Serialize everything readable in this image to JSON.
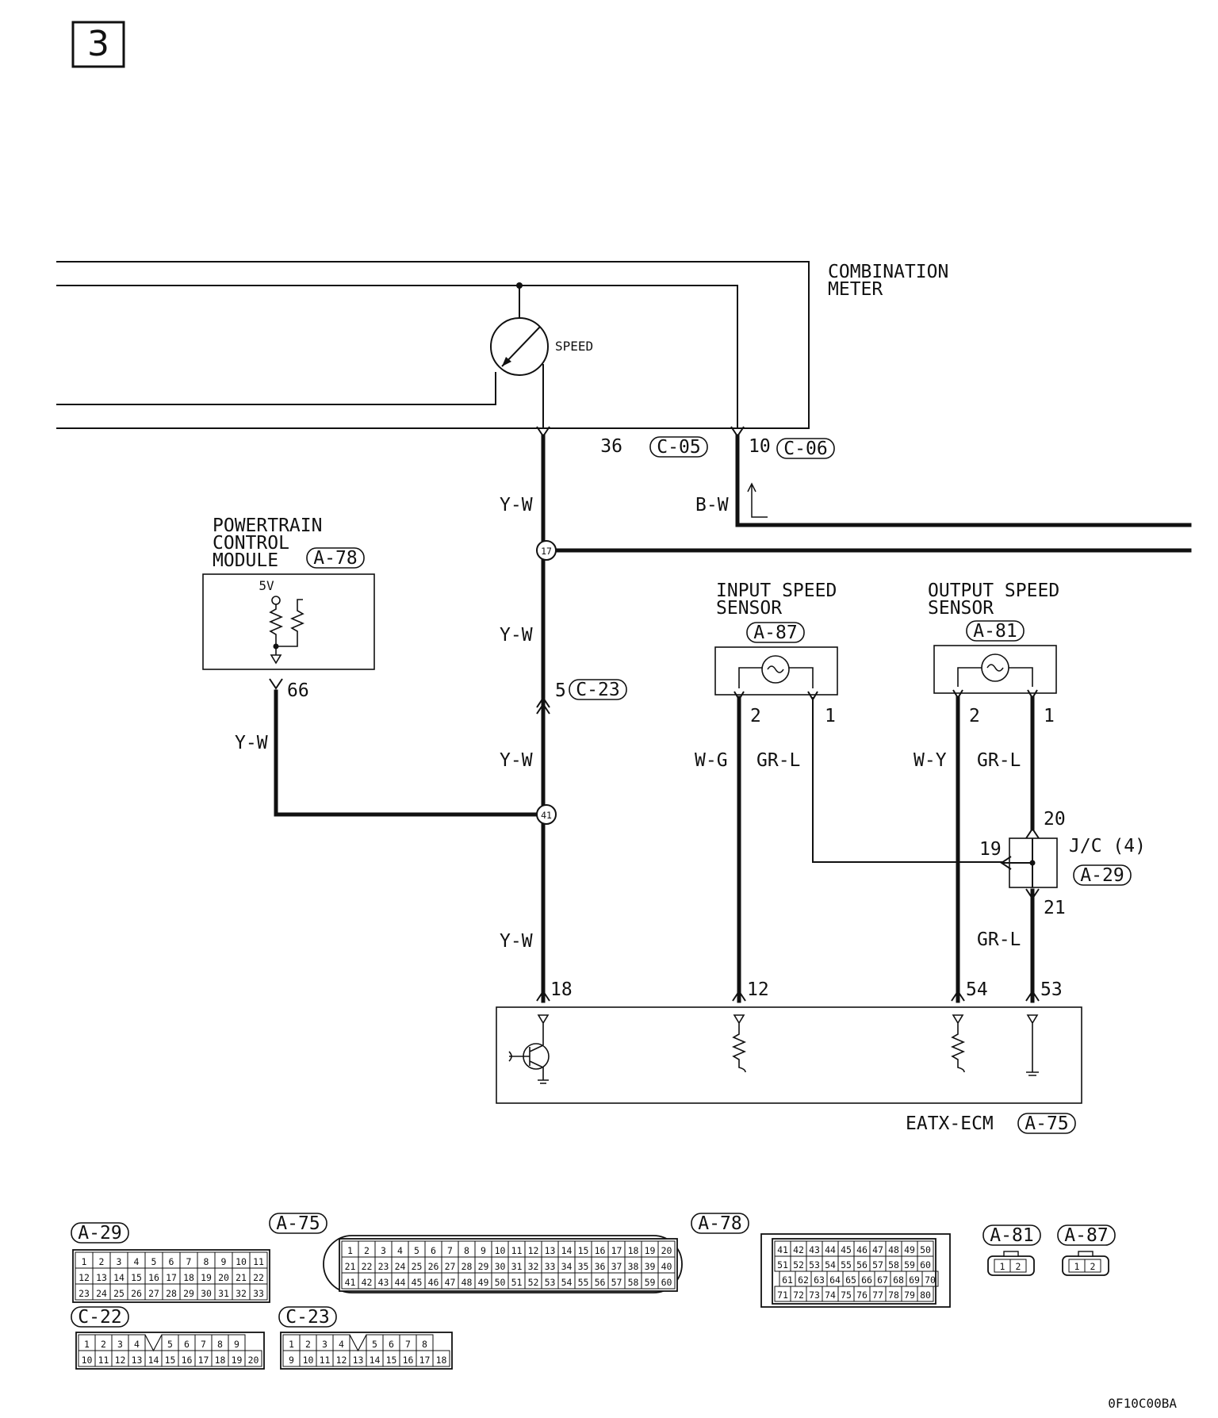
{
  "page_number": "3",
  "figure_code": "0F10C00BA",
  "combination_meter": {
    "label_line1": "COMBINATION",
    "label_line2": "METER",
    "gauge_label": "SPEED"
  },
  "pcm": {
    "line1": "POWERTRAIN",
    "line2": "CONTROL",
    "line3": "MODULE",
    "connector": "A-78",
    "voltage": "5V",
    "pin": "66"
  },
  "input_sensor": {
    "line1": "INPUT SPEED",
    "line2": "SENSOR",
    "connector": "A-87",
    "pin_a": "2",
    "pin_b": "1"
  },
  "output_sensor": {
    "line1": "OUTPUT SPEED",
    "line2": "SENSOR",
    "connector": "A-81",
    "pin_a": "2",
    "pin_b": "1"
  },
  "junction": {
    "label": "J/C (4)",
    "connector": "A-29",
    "pin_in": "20",
    "pin_side": "19",
    "pin_out": "21"
  },
  "ecm": {
    "label": "EATX-ECM",
    "connector": "A-75",
    "pins": [
      "18",
      "12",
      "54",
      "53"
    ]
  },
  "meter_pins": [
    {
      "pin": "36",
      "connector": "C-05"
    },
    {
      "pin": "10",
      "connector": "C-06"
    }
  ],
  "joint_pins": [
    "17",
    "41"
  ],
  "inline_pin": {
    "pin": "5",
    "connector": "C-23"
  },
  "wire_colors": {
    "yw": "Y-W",
    "bw": "B-W",
    "wg": "W-G",
    "grl": "GR-L",
    "wy": "W-Y"
  },
  "connector_views": {
    "a29": {
      "label": "A-29",
      "rows": [
        [
          "1",
          "2",
          "3",
          "4",
          "5",
          "6",
          "7",
          "8",
          "9",
          "10",
          "11"
        ],
        [
          "12",
          "13",
          "14",
          "15",
          "16",
          "17",
          "18",
          "19",
          "20",
          "21",
          "22"
        ],
        [
          "23",
          "24",
          "25",
          "26",
          "27",
          "28",
          "29",
          "30",
          "31",
          "32",
          "33"
        ]
      ]
    },
    "a75": {
      "label": "A-75",
      "rows": [
        [
          "1",
          "2",
          "3",
          "4",
          "5",
          "6",
          "7",
          "8",
          "9",
          "10",
          "11",
          "12",
          "13",
          "14",
          "15",
          "16",
          "17",
          "18",
          "19",
          "20"
        ],
        [
          "21",
          "22",
          "23",
          "24",
          "25",
          "26",
          "27",
          "28",
          "29",
          "30",
          "31",
          "32",
          "33",
          "34",
          "35",
          "36",
          "37",
          "38",
          "39",
          "40"
        ],
        [
          "41",
          "42",
          "43",
          "44",
          "45",
          "46",
          "47",
          "48",
          "49",
          "50",
          "51",
          "52",
          "53",
          "54",
          "55",
          "56",
          "57",
          "58",
          "59",
          "60"
        ]
      ]
    },
    "a78": {
      "label": "A-78",
      "rows": [
        [
          "41",
          "42",
          "43",
          "44",
          "45",
          "46",
          "47",
          "48",
          "49",
          "50"
        ],
        [
          "51",
          "52",
          "53",
          "54",
          "55",
          "56",
          "57",
          "58",
          "59",
          "60"
        ],
        [
          "61",
          "62",
          "63",
          "64",
          "65",
          "66",
          "67",
          "68",
          "69",
          "70"
        ],
        [
          "71",
          "72",
          "73",
          "74",
          "75",
          "76",
          "77",
          "78",
          "79",
          "80"
        ]
      ]
    },
    "a81": {
      "label": "A-81",
      "pins": [
        "1",
        "2"
      ]
    },
    "a87": {
      "label": "A-87",
      "pins": [
        "1",
        "2"
      ]
    },
    "c22": {
      "label": "C-22",
      "rows": [
        [
          "1",
          "2",
          "3",
          "4",
          "5",
          "6",
          "7",
          "8",
          "9"
        ],
        [
          "10",
          "11",
          "12",
          "13",
          "14",
          "15",
          "16",
          "17",
          "18",
          "19",
          "20"
        ]
      ]
    },
    "c23": {
      "label": "C-23",
      "rows": [
        [
          "1",
          "2",
          "3",
          "4",
          "5",
          "6",
          "7",
          "8"
        ],
        [
          "9",
          "10",
          "11",
          "12",
          "13",
          "14",
          "15",
          "16",
          "17",
          "18"
        ]
      ]
    }
  },
  "colors": {
    "ink": "#111111",
    "paper": "#ffffff"
  }
}
